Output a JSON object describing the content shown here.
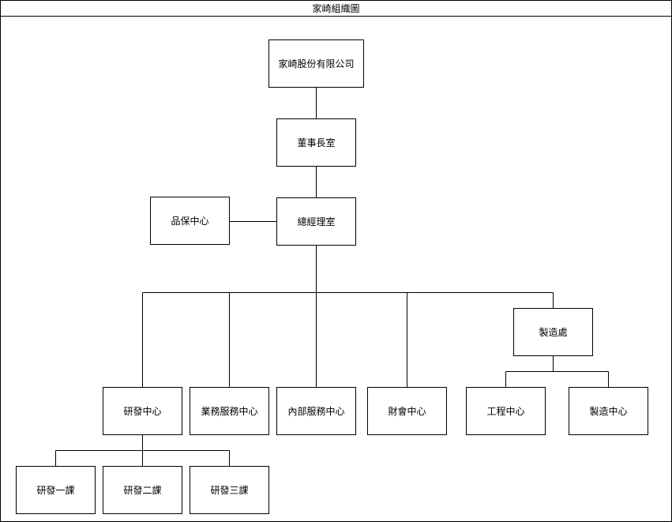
{
  "diagram": {
    "title": "家崎組織圖",
    "nodes": [
      {
        "id": "company",
        "label": "家崎股份有限公司"
      },
      {
        "id": "board",
        "label": "董事長室"
      },
      {
        "id": "gm",
        "label": "總經理室"
      },
      {
        "id": "qa",
        "label": "品保中心"
      },
      {
        "id": "mfg-office",
        "label": "製造處"
      },
      {
        "id": "rd",
        "label": "研發中心"
      },
      {
        "id": "sales",
        "label": "業務服務中心"
      },
      {
        "id": "internal",
        "label": "內部服務中心"
      },
      {
        "id": "finance",
        "label": "財會中心"
      },
      {
        "id": "eng",
        "label": "工程中心"
      },
      {
        "id": "mfg",
        "label": "製造中心"
      },
      {
        "id": "rd1",
        "label": "研發一課"
      },
      {
        "id": "rd2",
        "label": "研發二課"
      },
      {
        "id": "rd3",
        "label": "研發三課"
      }
    ],
    "edges": [
      {
        "from": "company",
        "to": "board"
      },
      {
        "from": "board",
        "to": "gm"
      },
      {
        "from": "gm",
        "to": "qa"
      },
      {
        "from": "gm",
        "to": "rd"
      },
      {
        "from": "gm",
        "to": "sales"
      },
      {
        "from": "gm",
        "to": "internal"
      },
      {
        "from": "gm",
        "to": "finance"
      },
      {
        "from": "gm",
        "to": "mfg-office"
      },
      {
        "from": "mfg-office",
        "to": "eng"
      },
      {
        "from": "mfg-office",
        "to": "mfg"
      },
      {
        "from": "rd",
        "to": "rd1"
      },
      {
        "from": "rd",
        "to": "rd2"
      },
      {
        "from": "rd",
        "to": "rd3"
      }
    ]
  }
}
